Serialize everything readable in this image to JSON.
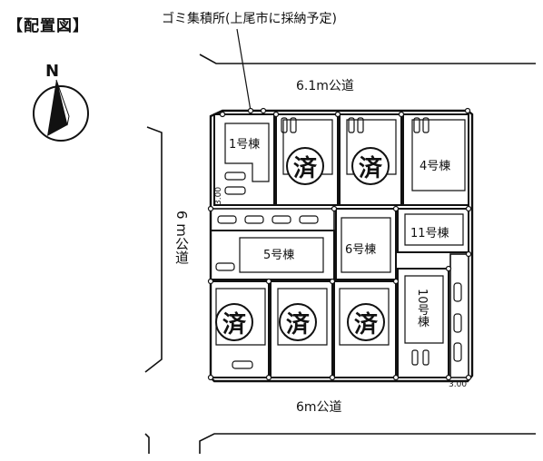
{
  "title": "【配置図】",
  "compass_label": "N",
  "garbage_label": "ゴミ集積所(上尾市に採納予定)",
  "roads": {
    "north": "6.1m公道",
    "south": "6m公道",
    "west": "6 m公道"
  },
  "dimensions": {
    "top_left": "3.00",
    "bottom_right": "3.00"
  },
  "lots": [
    {
      "id": "lot-1",
      "label": "1号棟"
    },
    {
      "id": "lot-4",
      "label": "4号棟"
    },
    {
      "id": "lot-5",
      "label": "5号棟"
    },
    {
      "id": "lot-6",
      "label": "6号棟"
    },
    {
      "id": "lot-10",
      "label": "10号棟"
    },
    {
      "id": "lot-11",
      "label": "11号棟"
    }
  ],
  "sold_mark": "済",
  "sold_count": 5
}
